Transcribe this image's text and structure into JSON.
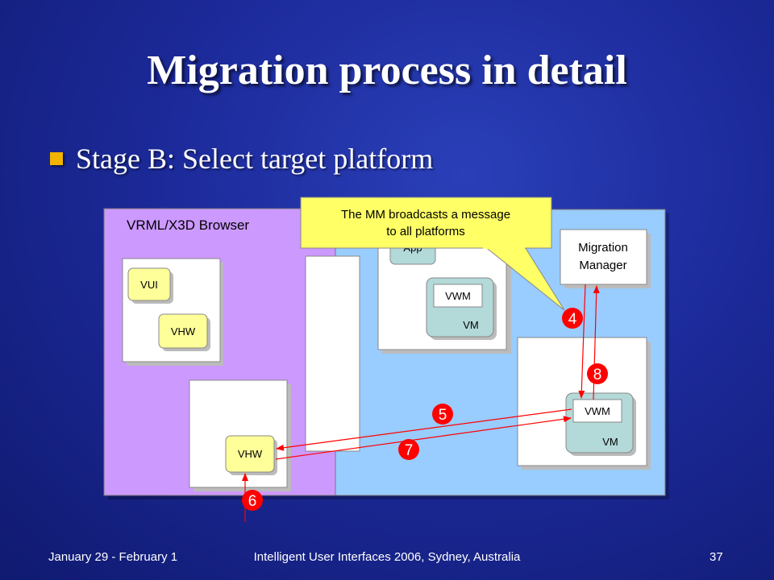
{
  "slide": {
    "title": "Migration process in detail",
    "bullet": "Stage B: Select target platform"
  },
  "diagram": {
    "browser_label": "VRML/X3D Browser",
    "components": {
      "vui": "VUI",
      "vhw_top": "VHW",
      "vhw_bottom": "VHW",
      "app": "App",
      "vwm_top": "VWM",
      "vm_top": "VM",
      "vwm_bottom": "VWM",
      "vm_bottom": "VM",
      "migration_manager_line1": "Migration",
      "migration_manager_line2": "Manager"
    },
    "callout": {
      "line1": "The MM broadcasts a message",
      "line2": "to all platforms"
    },
    "steps": [
      "4",
      "8",
      "5",
      "7",
      "6"
    ]
  },
  "colors": {
    "browser_bg": "#cc99ff",
    "platform_bg": "#99ccff",
    "component_yellow": "#ffff99",
    "vm_teal": "#b3d9d9",
    "callout_bg": "#ffff66",
    "step_red": "#ff0000",
    "bullet": "#f2b400"
  },
  "footer": {
    "left": "January 29 - February 1",
    "center": "Intelligent User Interfaces 2006, Sydney, Australia",
    "page": "37"
  }
}
